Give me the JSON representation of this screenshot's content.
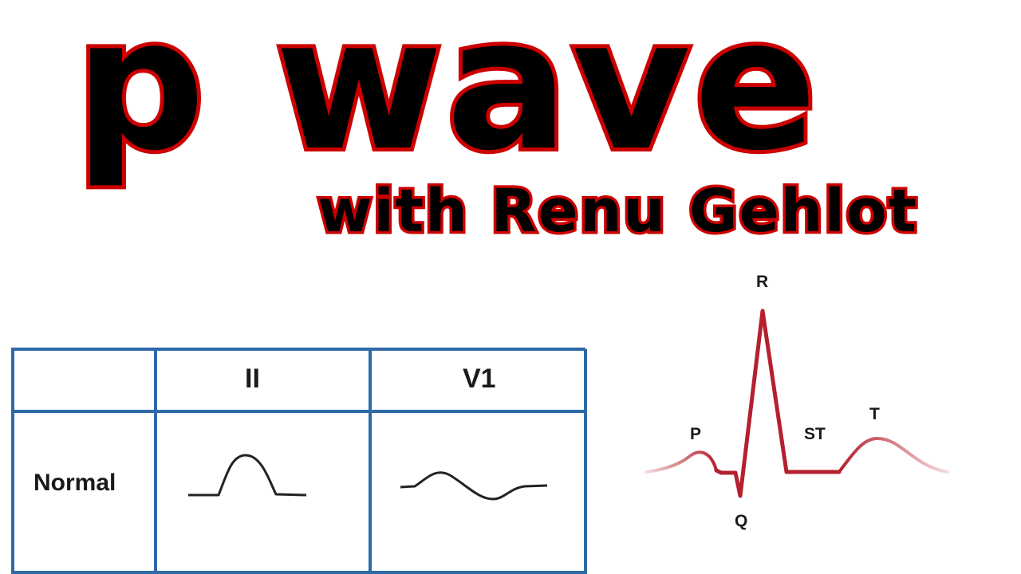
{
  "header": {
    "title": "p wave",
    "subtitle": "with Renu Gehlot"
  },
  "table": {
    "columns": [
      "",
      "II",
      "V1"
    ],
    "rows": [
      {
        "label": "Normal"
      }
    ]
  },
  "ecg_diagram": {
    "labels": {
      "p": "P",
      "q": "Q",
      "r": "R",
      "st": "ST",
      "t": "T"
    },
    "line_color": "#b5202e"
  },
  "colors": {
    "title_fill": "#000000",
    "title_stroke": "#cc0000",
    "table_border": "#2e6aa8"
  }
}
